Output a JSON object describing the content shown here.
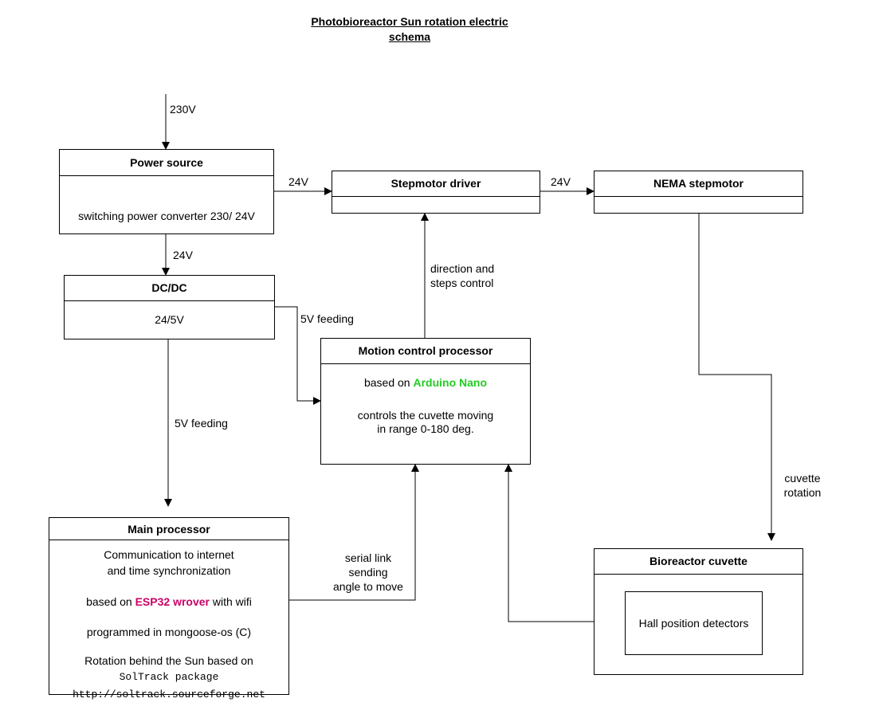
{
  "title_line1": "Photobioreactor Sun rotation electric",
  "title_line2": "schema",
  "power_source": {
    "header": "Power source",
    "body": "switching power converter 230/ 24V"
  },
  "dcdc": {
    "header": "DC/DC",
    "body": "24/5V"
  },
  "stepmotor_driver": {
    "header": "Stepmotor driver"
  },
  "nema": {
    "header": "NEMA stepmotor"
  },
  "motion": {
    "header": "Motion control processor",
    "based_prefix": "based on ",
    "based_highlight": "Arduino Nano",
    "line2": "controls the cuvette moving",
    "line3": "in range 0-180 deg."
  },
  "main": {
    "header": "Main processor",
    "line1": "Communication to internet",
    "line2": "and time synchronization",
    "based_prefix": "based on ",
    "based_highlight": "ESP32 wrover",
    "based_suffix": " with wifi",
    "line4": "programmed in mongoose-os (C)",
    "line5": "Rotation behind the Sun based on",
    "line6": "SolTrack package",
    "line7": "http://soltrack.sourceforge.net"
  },
  "cuvette": {
    "header": "Bioreactor cuvette",
    "detector": "Hall position detectors"
  },
  "labels": {
    "v230": "230V",
    "v24_a": "24V",
    "v24_b": "24V",
    "v24_c": "24V",
    "feed_a": "5V feeding",
    "feed_b": "5V feeding",
    "dir1": "direction and",
    "dir2": "steps control",
    "rot1": "cuvette",
    "rot2": "rotation",
    "ser1": "serial link",
    "ser2": "sending",
    "ser3": "angle to move"
  },
  "colors": {
    "arduino": "#22cc22",
    "esp32": "#cc0066"
  }
}
